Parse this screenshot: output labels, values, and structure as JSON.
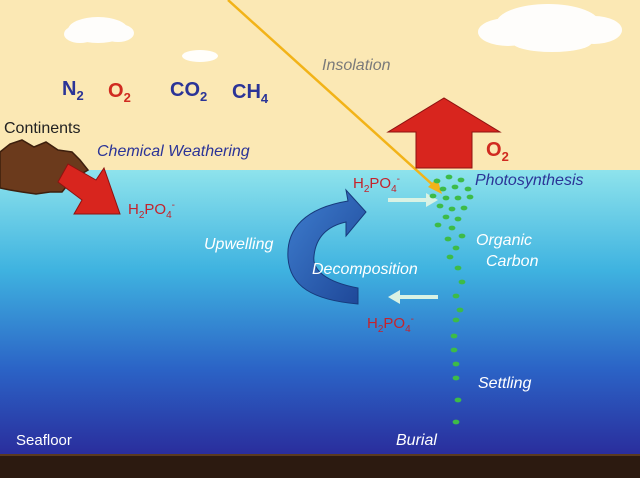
{
  "atmosphere": {
    "gases": [
      {
        "id": "n2",
        "base": "N",
        "sub": "2",
        "color": "#2b3497"
      },
      {
        "id": "o2",
        "base": "O",
        "sub": "2",
        "color": "#d02a20"
      },
      {
        "id": "co2",
        "base": "CO",
        "sub": "2",
        "color": "#2b3497"
      },
      {
        "id": "ch4",
        "base": "CH",
        "sub": "4",
        "color": "#2b3497"
      }
    ]
  },
  "labels": {
    "insolation": "Insolation",
    "continents": "Continents",
    "chemical_weathering": "Chemical Weathering",
    "o2_release": {
      "base": "O",
      "sub": "2"
    },
    "photosynthesis": "Photosynthesis",
    "upwelling": "Upwelling",
    "decomposition": "Decomposition",
    "organic_line1": "Organic",
    "organic_line2": "Carbon",
    "settling": "Settling",
    "seafloor": "Seafloor",
    "burial": "Burial"
  },
  "phosphate": {
    "h": "H",
    "h_sub": "2",
    "po": "PO",
    "po_sub": "4",
    "charge": "-"
  },
  "colors": {
    "sky": "#fbe8b4",
    "ocean_top": "#8ee3ec",
    "ocean_bottom": "#2a2d9c",
    "seafloor": "#2c1a10",
    "red_arrow": "#d8251e",
    "cycle_arrow": "#2e62b8",
    "sunray": "#f2b318",
    "particles": "#3dbb48",
    "label_blue": "#2b3497",
    "label_white": "#ffffff",
    "label_gray": "#7a7a7a"
  }
}
